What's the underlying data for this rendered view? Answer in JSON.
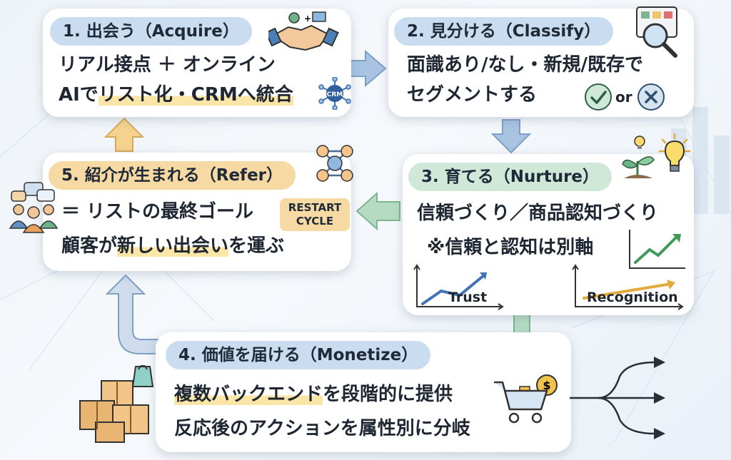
{
  "steps": {
    "acquire": {
      "title": "1. 出会う（Acquire）",
      "line1": "リアル接点 ＋ オンライン",
      "line2_pre": "AIで",
      "line2_hl": "リスト化・CRMへ統合",
      "icon_badge": "CRM"
    },
    "classify": {
      "title": "2. 見分ける（Classify）",
      "line1": "面識あり/なし・新規/既存で",
      "line2": "セグメントする",
      "or_label": "or"
    },
    "nurture": {
      "title": "3. 育てる（Nurture）",
      "line1": "信頼づくり／商品認知づくり",
      "line2": "※信頼と認知は別軸",
      "chart1_label": "Trust",
      "chart2_label": "Recognition"
    },
    "monetize": {
      "title": "4. 価値を届ける（Monetize）",
      "line1_hl": "複数バックエンド",
      "line1_post": "を段階的に提供",
      "line2": "反応後のアクションを属性別に分岐"
    },
    "refer": {
      "title": "5. 紹介が生まれる（Refer）",
      "line1": "＝ リストの最終ゴール",
      "line2_pre": "顧客が",
      "line2_hl": "新しい出会い",
      "line2_post": "を運ぶ",
      "restart_line1": "RESTART",
      "restart_line2": "CYCLE"
    }
  },
  "colors": {
    "blue_pill": "#c9dcf0",
    "orange_pill": "#f7d9a4",
    "green_pill": "#cfe8d8",
    "highlight": "#fbe6a8",
    "arrow_blue": "#a9c4e2",
    "arrow_orange": "#f5d28e",
    "arrow_green": "#b5dcc3"
  },
  "icons": [
    "handshake-icon",
    "magnifier-icon",
    "crm-network-icon",
    "check-icon",
    "cross-icon",
    "sprout-icon",
    "lightbulb-icon",
    "referral-network-icon",
    "people-chat-icon",
    "boxes-icon",
    "shopping-cart-icon",
    "branch-arrows-icon"
  ]
}
